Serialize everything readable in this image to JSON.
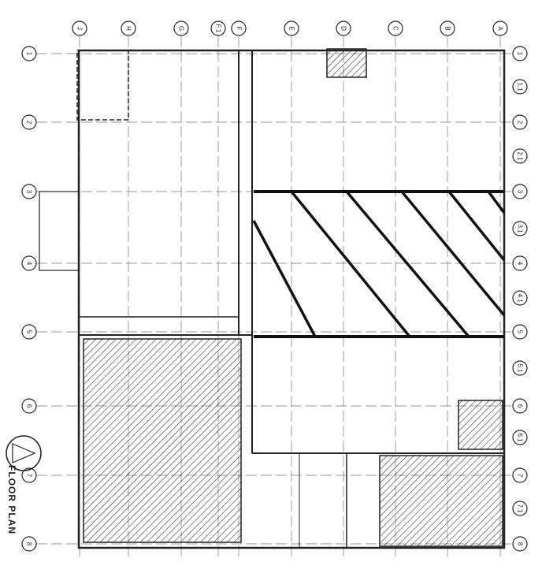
{
  "drawing": {
    "title": "FLOOR PLAN",
    "ink_color": "#222222",
    "grid_columns_top": [
      "J",
      "H",
      "G",
      "F.1",
      "F",
      "E",
      "D",
      "C",
      "B",
      "A"
    ],
    "grid_rows_left": [
      "1",
      "2",
      "3",
      "4",
      "5",
      "6",
      "7",
      "8"
    ],
    "grid_rows_right": [
      "1",
      "1.1",
      "2",
      "2.1",
      "3",
      "3.1",
      "4",
      "4.1",
      "5",
      "5.1",
      "6",
      "6.1",
      "7",
      "7.1",
      "8"
    ]
  }
}
